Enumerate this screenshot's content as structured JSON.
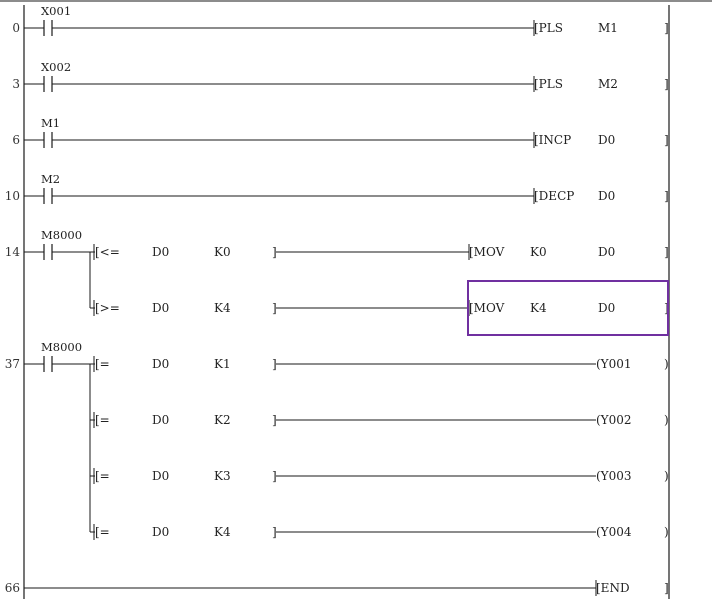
{
  "ladder": {
    "rungs": [
      {
        "step": "0",
        "contacts": [
          "X001"
        ],
        "branches": [
          {
            "instr": "[PLS",
            "ops": [
              "M1"
            ],
            "close": "]"
          }
        ]
      },
      {
        "step": "3",
        "contacts": [
          "X002"
        ],
        "branches": [
          {
            "instr": "[PLS",
            "ops": [
              "M2"
            ],
            "close": "]"
          }
        ]
      },
      {
        "step": "6",
        "contacts": [
          "M1"
        ],
        "branches": [
          {
            "instr": "[INCP",
            "ops": [
              "D0"
            ],
            "close": "]"
          }
        ]
      },
      {
        "step": "10",
        "contacts": [
          "M2"
        ],
        "branches": [
          {
            "instr": "[DECP",
            "ops": [
              "D0"
            ],
            "close": "]"
          }
        ]
      },
      {
        "step": "14",
        "contacts": [
          "M8000"
        ],
        "branches": [
          {
            "cmp": {
              "open": "[<=",
              "ops": [
                "D0",
                "K0"
              ],
              "close": "]"
            },
            "instr": "[MOV",
            "ops": [
              "K0",
              "D0"
            ],
            "close": "]"
          },
          {
            "cmp": {
              "open": "[>=",
              "ops": [
                "D0",
                "K4"
              ],
              "close": "]"
            },
            "instr": "[MOV",
            "ops": [
              "K4",
              "D0"
            ],
            "close": "]",
            "selected": true
          }
        ]
      },
      {
        "step": "37",
        "contacts": [
          "M8000"
        ],
        "branches": [
          {
            "cmp": {
              "open": "[=",
              "ops": [
                "D0",
                "K1"
              ],
              "close": "]"
            },
            "coil": "(Y001",
            "close": ")"
          },
          {
            "cmp": {
              "open": "[=",
              "ops": [
                "D0",
                "K2"
              ],
              "close": "]"
            },
            "coil": "(Y002",
            "close": ")"
          },
          {
            "cmp": {
              "open": "[=",
              "ops": [
                "D0",
                "K3"
              ],
              "close": "]"
            },
            "coil": "(Y003",
            "close": ")"
          },
          {
            "cmp": {
              "open": "[=",
              "ops": [
                "D0",
                "K4"
              ],
              "close": "]"
            },
            "coil": "(Y004",
            "close": ")"
          }
        ]
      },
      {
        "step": "66",
        "contacts": [],
        "branches": [
          {
            "instr": "[END",
            "ops": [],
            "close": "]"
          }
        ]
      }
    ],
    "colors": {
      "wire": "#1a1a1a",
      "text": "#222222",
      "selection": "#7030a0"
    }
  }
}
